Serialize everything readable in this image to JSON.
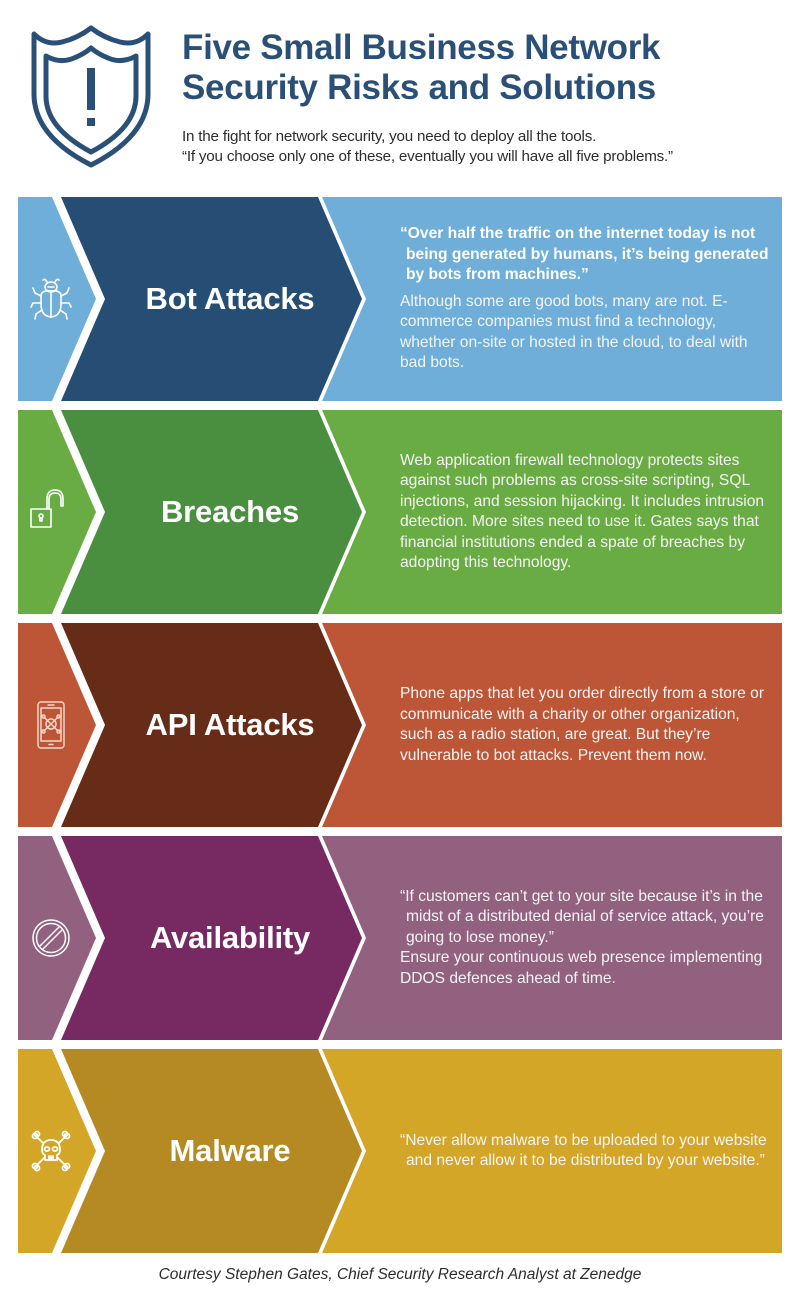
{
  "header": {
    "icon": "shield-alert-icon",
    "title_line1": "Five Small Business Network",
    "title_line2": "Security Risks and Solutions",
    "subtitle_line1": "In the fight for network security, you need to deploy all the tools.",
    "subtitle_line2": "“If you choose only one of these, eventually you will have all five problems.”",
    "title_color": "#2b5078"
  },
  "risks": [
    {
      "label": "Bot Attacks",
      "icon": "bug-icon",
      "light_color": "#6faed8",
      "dark_color": "#264e74",
      "quote": "“Over half the traffic on the internet today is not being generated by humans, it’s being generated by bots from machines.”",
      "body": "Although some are good bots, many are not. E-commerce companies must find a technology, whether on-site or hosted in the cloud, to deal with bad bots."
    },
    {
      "label": "Breaches",
      "icon": "unlocked-padlock-icon",
      "light_color": "#6aac44",
      "dark_color": "#4a8f3f",
      "body": "Web application firewall technology protects sites against such problems as cross-site scripting, SQL injections, and session hijacking. It includes intrusion detection. More sites need to use it. Gates says that financial institutions ended a spate of breaches by adopting this technology."
    },
    {
      "label": "API Attacks",
      "icon": "phone-skull-icon",
      "light_color": "#bd5636",
      "dark_color": "#672c17",
      "body": "Phone apps that let you order directly from a store or communicate with a charity or other organization, such as a radio station, are great. But they’re vulnerable to bot attacks. Prevent them now."
    },
    {
      "label": "Availability",
      "icon": "prohibited-icon",
      "light_color": "#92617f",
      "dark_color": "#772a61",
      "quote": "“If customers can’t get to your site because it’s in the midst of a distributed denial of service attack, you’re going to lose money.”",
      "body": "Ensure your continuous web presence implementing DDOS defences ahead of time."
    },
    {
      "label": "Malware",
      "icon": "skull-crossbones-icon",
      "light_color": "#d4a628",
      "dark_color": "#b58a22",
      "quote": "“Never allow malware to be uploaded to your website and never allow it to be distributed by your website.”"
    }
  ],
  "footer": {
    "credit": "Courtesy Stephen Gates, Chief Security Research Analyst at Zenedge"
  }
}
